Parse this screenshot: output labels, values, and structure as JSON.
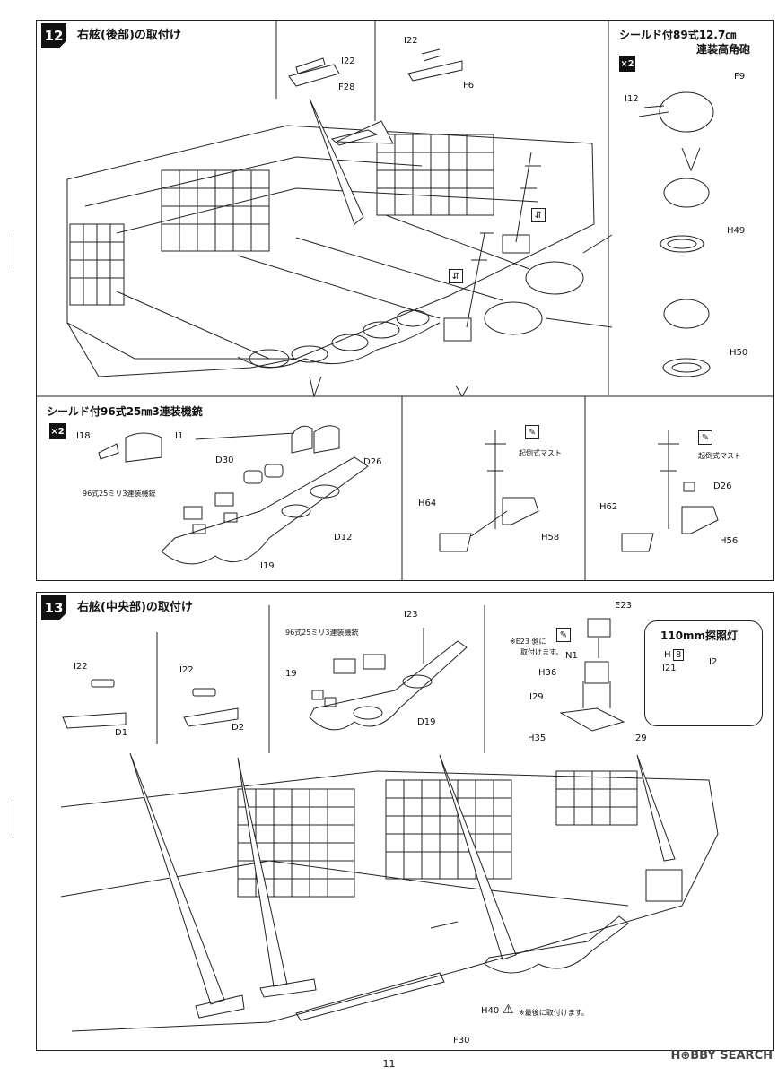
{
  "step12": {
    "number": "12",
    "title": "右舷(後部)の取付け",
    "parts": {
      "i22a": "I22",
      "f28": "F28",
      "i22b": "I22",
      "f6": "F6",
      "i12": "I12",
      "f9": "F9",
      "h49": "H49",
      "h50": "H50"
    },
    "gun_title_line1": "シールド付89式12.7㎝",
    "gun_title_line2": "連装高角砲",
    "gun_multiplier": "×2",
    "aa_title": "シールド付96式25㎜3連装機銃",
    "aa_multiplier": "×2",
    "aa_parts": {
      "i18": "I18",
      "i1": "I1",
      "d30": "D30",
      "d26": "D26",
      "d12": "D12",
      "i19": "I19",
      "aa_gun_label": "96式25ミリ3連装機銃"
    },
    "mast_left": {
      "label": "起倒式マスト",
      "h64": "H64",
      "h58": "H58"
    },
    "mast_right": {
      "label": "起倒式マスト",
      "d26": "D26",
      "h62": "H62",
      "h56": "H56"
    }
  },
  "step13": {
    "number": "13",
    "title": "右舷(中央部)の取付け",
    "parts": {
      "i22a": "I22",
      "d1": "D1",
      "i22b": "I22",
      "d2": "D2",
      "aa_gun_label": "96式25ミリ3連装機銃",
      "i19": "I19",
      "i23": "I23",
      "d19": "D19",
      "e23": "E23",
      "note_e23": "※E23 側に",
      "note_e23b": "取付けます。",
      "n1": "N1",
      "h36": "H36",
      "i29a": "I29",
      "h35": "H35",
      "i29b": "I29",
      "h40": "H40",
      "h40_note": "※最後に取付けます。",
      "f30": "F30"
    },
    "searchlight_title": "110mm探照灯",
    "searchlight_parts": {
      "h8": "H",
      "h8_box": "8",
      "i21": "I21",
      "i2": "I2"
    }
  },
  "footer": {
    "page": "11",
    "watermark": "H⊕BBY SEARCH"
  }
}
